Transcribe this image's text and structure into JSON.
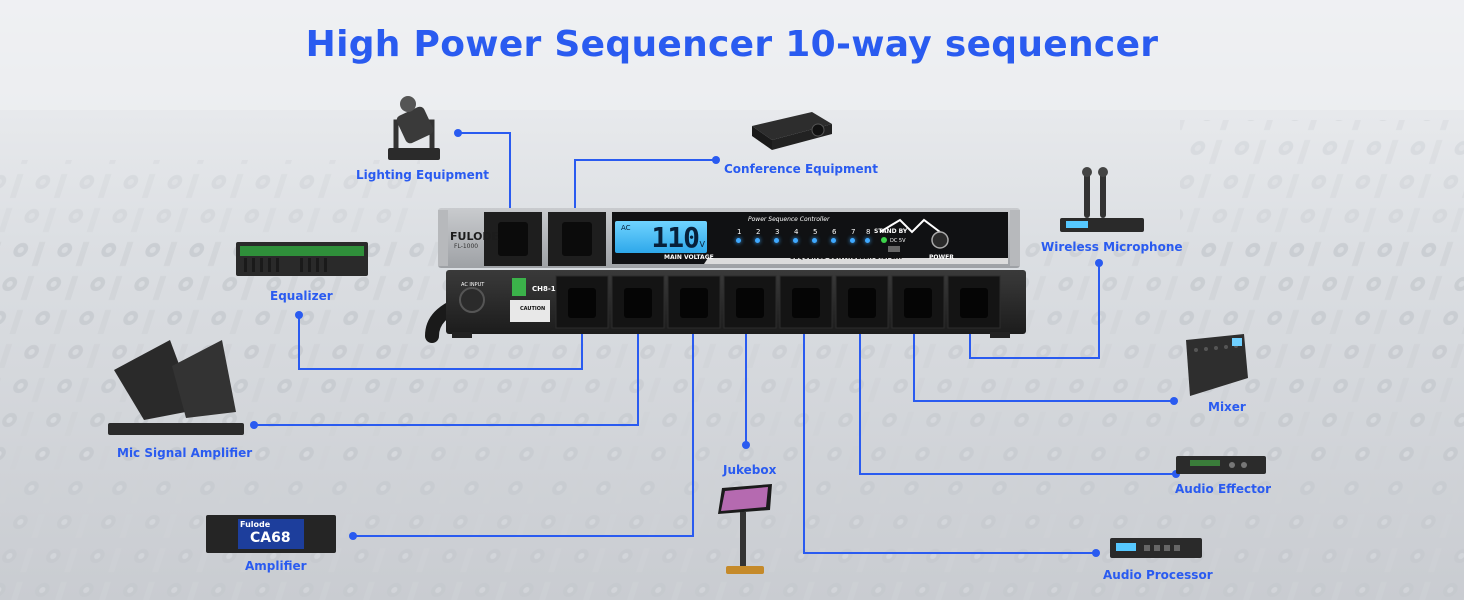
{
  "headline": "High Power Sequencer 10-way sequencer",
  "devices": {
    "lighting": "Lighting Equipment",
    "conference": "Conference Equipment",
    "wireless_mic": "Wireless Microphone",
    "equalizer": "Equalizer",
    "mic_amp": "Mic Signal Amplifier",
    "mixer": "Mixer",
    "jukebox": "Jukebox",
    "audio_effector": "Audio Effector",
    "amplifier": "Amplifier",
    "audio_processor": "Audio Processor"
  },
  "sequencer": {
    "brand": "FULODE",
    "model": "FL-1000",
    "lcd_value": "110",
    "lcd_unit": "AC",
    "lcd_v": "V",
    "main_voltage": "MAIN VOLTAGE",
    "controller_title": "Power Sequence Controller",
    "display_label": "SEQUENCE CONTROLLER DISPLAY",
    "channels": [
      "1",
      "2",
      "3",
      "4",
      "5",
      "6",
      "7",
      "8"
    ],
    "standby": "STAND BY",
    "dc": "DC 5V",
    "power": "POWER",
    "ac_input": "AC INPUT",
    "rear_model": "CH8-1",
    "caution": "CAUTION"
  },
  "amp_brand": "Fulode",
  "amp_model": "CA68",
  "colors": {
    "accent": "#2a5bf0",
    "lcd": "#3fb8f0",
    "led": "#3fa9ff"
  }
}
